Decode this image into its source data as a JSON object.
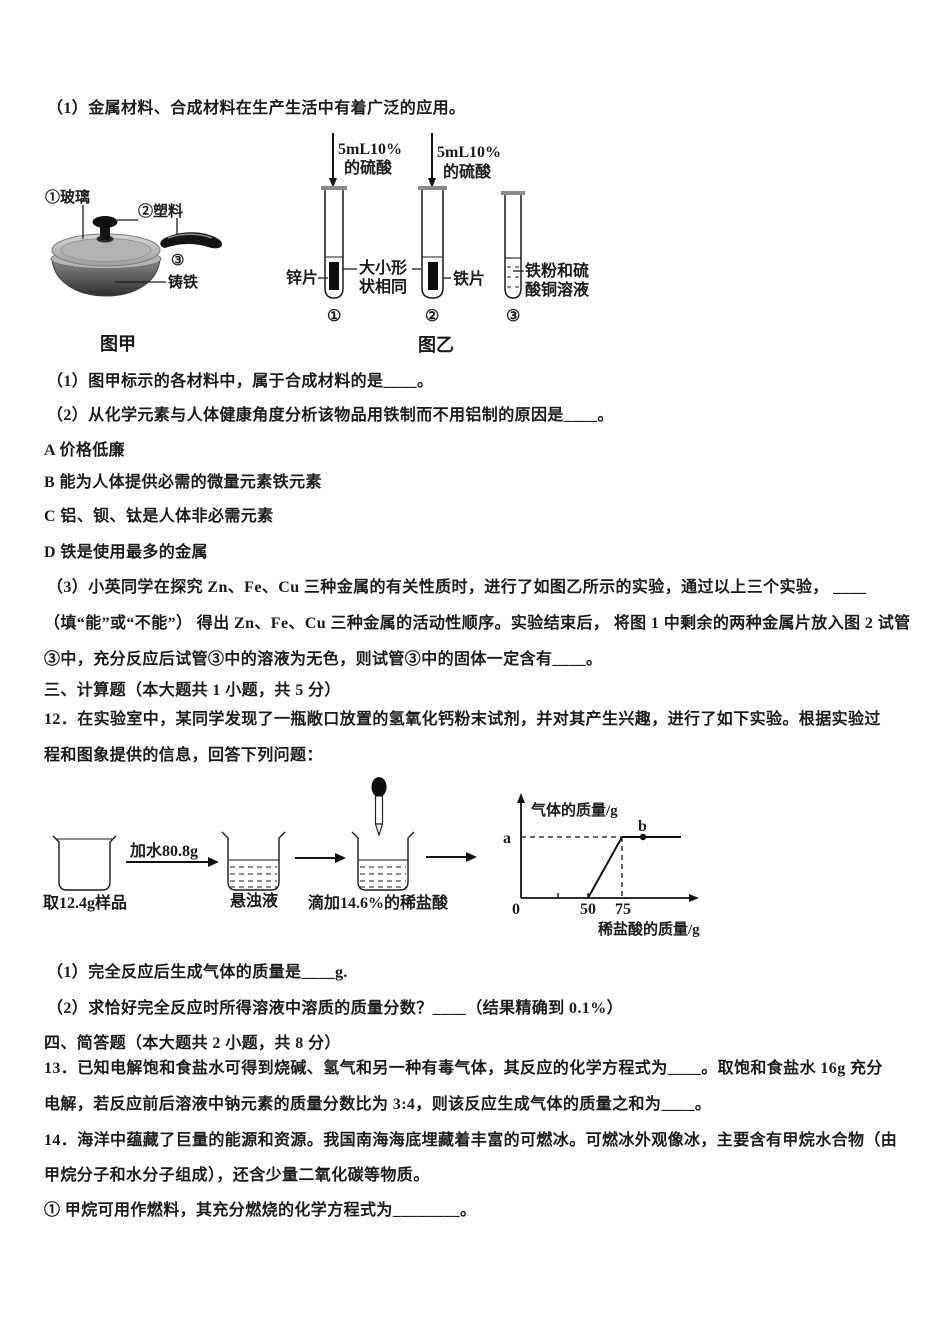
{
  "intro": {
    "line": "（1）金属材料、合成材料在生产生活中有着广泛的应用。"
  },
  "figure_jia": {
    "caption": "图甲",
    "glass_label": "①玻璃",
    "plastic_label": "②塑料",
    "num3_label": "③",
    "cast_iron_label": "铸铁"
  },
  "figure_yi": {
    "caption": "图乙",
    "acid_label_line1": "5mL10%",
    "acid_label_line2": "的硫酸",
    "zinc_label": "锌片",
    "same_size_line1": "大小形",
    "same_size_line2": "状相同",
    "iron_label": "铁片",
    "tube3_label_line1": "铁粉和硫",
    "tube3_label_line2": "酸铜溶液",
    "tube1_num": "①",
    "tube2_num": "②",
    "tube3_num": "③"
  },
  "q11": {
    "part1": "（1）图甲标示的各材料中，属于合成材料的是____。",
    "part2": "（2）从化学元素与人体健康角度分析该物品用铁制而不用铝制的原因是____。",
    "option_a": "A 价格低廉",
    "option_b": "B 能为人体提供必需的微量元素铁元素",
    "option_c": "C 铝、钡、钛是人体非必需元素",
    "option_d": "D 铁是使用最多的金属",
    "part3_line1": "（3）小英同学在探究 Zn、Fe、Cu 三种金属的有关性质时，进行了如图乙所示的实验，通过以上三个实验， ____",
    "part3_line2": "（填“能”或“不能”） 得出 Zn、Fe、Cu 三种金属的活动性顺序。实验结束后， 将图 1 中剩余的两种金属片放入图 2 试管",
    "part3_line3": "③中，充分反应后试管③中的溶液为无色，则试管③中的固体一定含有____。"
  },
  "section3_header": "三、计算题（本大题共 1 小题，共 5 分）",
  "q12": {
    "line1": "12．在实验室中，某同学发现了一瓶敞口放置的氢氧化钙粉末试剂，并对其产生兴趣，进行了如下实验。根据实验过",
    "line2": "程和图象提供的信息，回答下列问题：",
    "beaker1_label": "取12.4g样品",
    "arrow1_label": "加水80.8g",
    "beaker2_label": "悬浊液",
    "beaker3_label": "滴加14.6%的稀盐酸",
    "sub1": "（1）完全反应后生成气体的质量是____g.",
    "sub2": "（2）求恰好完全反应时所得溶液中溶质的质量分数？____（结果精确到 0.1%）"
  },
  "graph": {
    "ylabel": "气体的质量/g",
    "xlabel": "稀盐酸的质量/g",
    "origin_label": "0",
    "tick_50": "50",
    "tick_75": "75",
    "level_a_label": "a",
    "point_b_label": "b"
  },
  "chart_data": {
    "type": "line",
    "title": "",
    "xlabel": "稀盐酸的质量/g",
    "ylabel": "气体的质量/g",
    "x_ticks": [
      0,
      50,
      75
    ],
    "series": [
      {
        "name": "气体的质量",
        "x": [
          0,
          50,
          75,
          100
        ],
        "y": [
          "0",
          "0",
          "a",
          "a"
        ]
      }
    ],
    "annotations": [
      {
        "label": "a",
        "desc": "气体质量平台值，y 轴上以虚线标出"
      },
      {
        "label": "b",
        "desc": "平台段上的实心点，位于 75g 之后"
      }
    ],
    "notes": "加入稀盐酸 0~50g 时无气体生成；50~75g 时气体质量线性增加至 a；75g 后保持不变（经过点 b）",
    "grid": false,
    "legend": false
  },
  "section4_header": "四、简答题（本大题共 2 小题，共 8 分）",
  "q13": {
    "line1": "13．已知电解饱和食盐水可得到烧碱、氢气和另一种有毒气体，其反应的化学方程式为____。取饱和食盐水 16g 充分",
    "line2": "电解，若反应前后溶液中钠元素的质量分数比为 3:4，则该反应生成气体的质量之和为____。"
  },
  "q14": {
    "line1": "14．海洋中蕴藏了巨量的能源和资源。我国南海海底埋藏着丰富的可燃冰。可燃冰外观像冰，主要含有甲烷水合物（由",
    "line2": "甲烷分子和水分子组成），还含少量二氧化碳等物质。",
    "line3": "① 甲烷可用作燃料，其充分燃烧的化学方程式为________。"
  }
}
